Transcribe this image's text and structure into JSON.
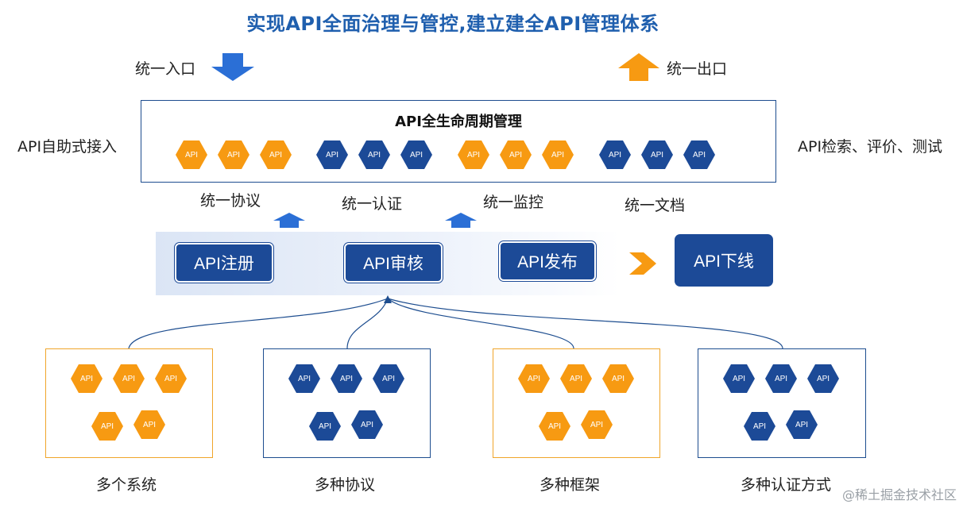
{
  "title": "实现API全面治理与管控,建立建全API管理体系",
  "entry_label": "统一入口",
  "exit_label": "统一出口",
  "left_side_label": "API自助式接入",
  "right_side_label": "API检索、评价、测试",
  "lifecycle_title": "API全生命周期管理",
  "hex_text": "API",
  "lifecycle_groups": [
    {
      "label": "统一协议",
      "color": "orange"
    },
    {
      "label": "统一认证",
      "color": "blue"
    },
    {
      "label": "统一监控",
      "color": "orange"
    },
    {
      "label": "统一文档",
      "color": "blue"
    }
  ],
  "stages": [
    "API注册",
    "API审核",
    "API发布",
    "API下线"
  ],
  "sources": [
    {
      "label": "多个系统",
      "color": "orange"
    },
    {
      "label": "多种协议",
      "color": "blue"
    },
    {
      "label": "多种框架",
      "color": "orange"
    },
    {
      "label": "多种认证方式",
      "color": "blue"
    }
  ],
  "colors": {
    "orange": "#f79a12",
    "blue": "#1c4a97",
    "title": "#1f5fae",
    "arrow_blue": "#2b6fd6"
  },
  "watermark": "@稀土掘金技术社区"
}
